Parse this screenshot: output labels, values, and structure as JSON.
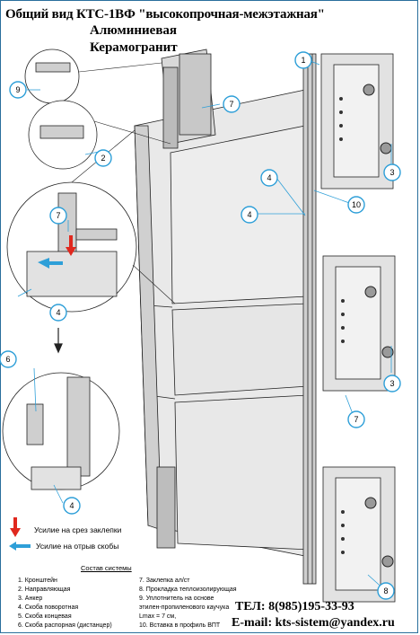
{
  "title": "Общий вид КТС-1ВФ \"высокопрочная-межэтажная\"",
  "materials": {
    "aluminum": "Алюминиевая",
    "ceramic": "Керамогранит"
  },
  "callouts": [
    "1",
    "2",
    "3",
    "4",
    "6",
    "7",
    "8",
    "9",
    "10"
  ],
  "legend_arrows": {
    "shear": "Усилие на срез заклепки",
    "pull": "Усилие на отрыв скобы"
  },
  "composition": {
    "title": "Состав системы",
    "left": [
      "1. Кронштейн",
      "2. Направляющая",
      "3. Анкер",
      "4. Скоба поворотная",
      "5. Скоба концевая",
      "6. Скоба распорная (дистанцер)"
    ],
    "right": [
      "7. Заклепка ал/ст",
      "8. Прокладка теплоизолирующая",
      "9. Уплотнитель на основе",
      "этилен-пропиленового каучука",
      "Lmax = 7 см,",
      "10. Вставка в профиль ВПТ"
    ]
  },
  "contact": {
    "phone": "ТЕЛ: 8(985)195-33-93",
    "email": "E-mail: kts-sistem@yandex.ru"
  },
  "colors": {
    "frame": "#2a6f9c",
    "callout": "#2e9fd8",
    "shear_arrow": "#e0281e",
    "pull_arrow": "#2e9fd8"
  }
}
